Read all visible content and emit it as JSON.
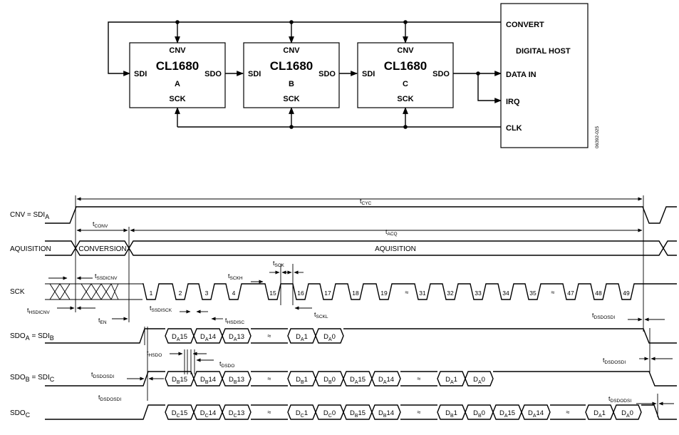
{
  "block_diagram": {
    "chips": [
      {
        "title": "CL1680",
        "letter": "A",
        "cnv": "CNV",
        "sck": "SCK",
        "sdi": "SDI",
        "sdo": "SDO"
      },
      {
        "title": "CL1680",
        "letter": "B",
        "cnv": "CNV",
        "sck": "SCK",
        "sdi": "SDI",
        "sdo": "SDO"
      },
      {
        "title": "CL1680",
        "letter": "C",
        "cnv": "CNV",
        "sck": "SCK",
        "sdi": "SDI",
        "sdo": "SDO"
      }
    ],
    "host": {
      "convert": "CONVERT",
      "title": "DIGITAL HOST",
      "data_in": "DATA IN",
      "irq": "IRQ",
      "clk": "CLK",
      "figure_id": "06392-025"
    }
  },
  "timing": {
    "signals": {
      "cnv": {
        "main": "CNV = SDI",
        "sub": "A"
      },
      "aquisition": {
        "main": "AQUISITION"
      },
      "sck": {
        "main": "SCK"
      },
      "sdoa": {
        "main": "SDO",
        "sub": "A",
        "mid": " = SDI",
        "sub2": "B"
      },
      "sdob": {
        "main": "SDO",
        "sub": "B",
        "mid": " = SDI",
        "sub2": "C"
      },
      "sdoc": {
        "main": "SDO",
        "sub": "C"
      }
    },
    "phases": {
      "conversion": "CONVERSION",
      "aquisition": "AQUISITION"
    },
    "timing_params": {
      "tcyc": {
        "t": "t",
        "sub": "CYC"
      },
      "tconv": {
        "t": "t",
        "sub": "CONV"
      },
      "tacq": {
        "t": "t",
        "sub": "ACQ"
      },
      "tssdicnv": {
        "t": "t",
        "sub": "SSDICNV"
      },
      "thsdicnv": {
        "t": "t",
        "sub": "HSDICNV"
      },
      "ten": {
        "t": "t",
        "sub": "EN"
      },
      "tsckh": {
        "t": "t",
        "sub": "SCKH"
      },
      "tsck": {
        "t": "t",
        "sub": "SCK"
      },
      "tsckl": {
        "t": "t",
        "sub": "SCKL"
      },
      "tssdisck": {
        "t": "t",
        "sub": "SSDISCK"
      },
      "thsdisck": {
        "t": "t",
        "sub": "HSDISC"
      },
      "thsdo": {
        "t": "t",
        "sub": "HSDO"
      },
      "tdsdo": {
        "t": "t",
        "sub": "DSDO"
      },
      "tdsdosdi_1": {
        "t": "t",
        "sub": "DSDOSDI"
      },
      "tdsdosdi_2": {
        "t": "t",
        "sub": "DSDOSDI"
      },
      "tdsdosdi_3": {
        "t": "t",
        "sub": "DSDOSDI"
      },
      "tdsdodsi": {
        "t": "t",
        "sub": "DSDODSI"
      }
    },
    "sck_pulses": [
      "1",
      "2",
      "3",
      "4",
      "15",
      "16",
      "17",
      "18",
      "19",
      "31",
      "32",
      "33",
      "34",
      "35",
      "47",
      "48",
      "49"
    ],
    "sdoa_cells": [
      {
        "d": "D",
        "sub": "A",
        "bit": "15"
      },
      {
        "d": "D",
        "sub": "A",
        "bit": "14"
      },
      {
        "d": "D",
        "sub": "A",
        "bit": "13"
      },
      {
        "d": "D",
        "sub": "A",
        "bit": "1"
      },
      {
        "d": "D",
        "sub": "A",
        "bit": "0"
      }
    ],
    "sdob_cells": [
      {
        "d": "D",
        "sub": "B",
        "bit": "15"
      },
      {
        "d": "D",
        "sub": "B",
        "bit": "14"
      },
      {
        "d": "D",
        "sub": "B",
        "bit": "13"
      },
      {
        "d": "D",
        "sub": "B",
        "bit": "1"
      },
      {
        "d": "D",
        "sub": "B",
        "bit": "0"
      },
      {
        "d": "D",
        "sub": "A",
        "bit": "15"
      },
      {
        "d": "D",
        "sub": "A",
        "bit": "14"
      },
      {
        "d": "D",
        "sub": "A",
        "bit": "1"
      },
      {
        "d": "D",
        "sub": "A",
        "bit": "0"
      }
    ],
    "sdoc_cells": [
      {
        "d": "D",
        "sub": "C",
        "bit": "15"
      },
      {
        "d": "D",
        "sub": "C",
        "bit": "14"
      },
      {
        "d": "D",
        "sub": "C",
        "bit": "13"
      },
      {
        "d": "D",
        "sub": "C",
        "bit": "1"
      },
      {
        "d": "D",
        "sub": "C",
        "bit": "0"
      },
      {
        "d": "D",
        "sub": "B",
        "bit": "15"
      },
      {
        "d": "D",
        "sub": "B",
        "bit": "14"
      },
      {
        "d": "D",
        "sub": "B",
        "bit": "1"
      },
      {
        "d": "D",
        "sub": "B",
        "bit": "0"
      },
      {
        "d": "D",
        "sub": "A",
        "bit": "15"
      },
      {
        "d": "D",
        "sub": "A",
        "bit": "14"
      },
      {
        "d": "D",
        "sub": "A",
        "bit": "1"
      },
      {
        "d": "D",
        "sub": "A",
        "bit": "0"
      }
    ]
  }
}
